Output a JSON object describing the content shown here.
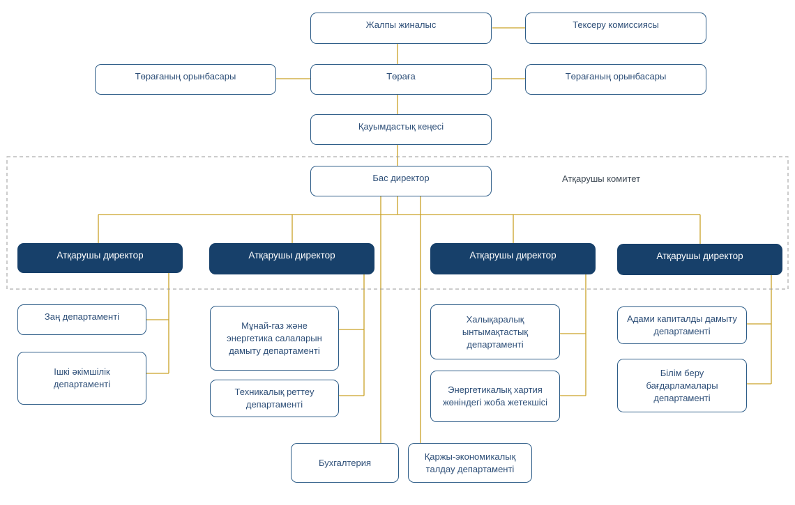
{
  "governance": {
    "general_meeting": "Жалпы жиналыс",
    "audit_commission": "Тексеру комиссиясы",
    "chairman": "Төраға",
    "vice_chairman_left": "Төрағаның орынбасары",
    "vice_chairman_right": "Төрағаның орынбасары",
    "association_council": "Қауымдастық кеңесі"
  },
  "executive": {
    "ceo": "Бас директор",
    "committee_label": "Атқарушы комитет",
    "directors": [
      "Атқарушы директор",
      "Атқарушы директор",
      "Атқарушы директор",
      "Атқарушы директор"
    ]
  },
  "departments": {
    "legal": "Заң департаменті",
    "internal_admin": "Ішкі әкімшілік департаменті",
    "oil_gas": "Мұнай-газ және энергетика салаларын дамыту департаменті",
    "technical_regulation": "Техникалық реттеу департаменті",
    "international": "Халықаралық ынтымақтастық департаменті",
    "energy_charter": "Энергетикалық хартия жөніндегі жоба жетекшісі",
    "human_capital": "Адами капиталды дамыту департаменті",
    "education": "Білім беру бағдарламалары департаменті",
    "accounting": "Бухгалтерия",
    "finance": "Қаржы-экономикалық талдау департаменті"
  },
  "colors": {
    "connector": "#c9a227",
    "dark_box": "#17406a",
    "box_border": "#2e5d88",
    "committee_border": "#999999"
  }
}
